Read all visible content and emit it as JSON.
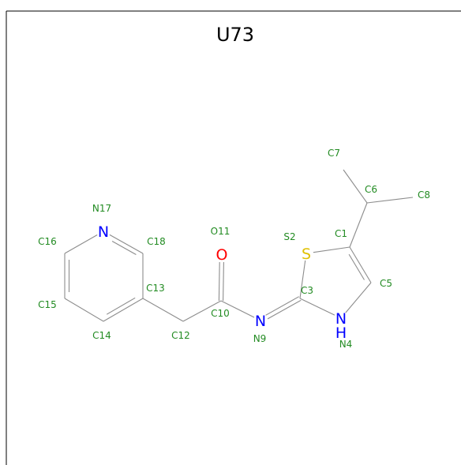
{
  "title": "U73",
  "colors": {
    "bond": "#8c8c8c",
    "label": "#228b22",
    "N": "#0000ff",
    "O": "#ff0000",
    "S": "#e0c000",
    "title": "#000000"
  },
  "atoms": [
    {
      "id": "C1",
      "element": "C",
      "label": "C1"
    },
    {
      "id": "S2",
      "element": "S",
      "label": "S2",
      "symbol": "S"
    },
    {
      "id": "C3",
      "element": "C",
      "label": "C3"
    },
    {
      "id": "N4",
      "element": "N",
      "label": "N4",
      "symbol": "N",
      "hydrogen": "H"
    },
    {
      "id": "C5",
      "element": "C",
      "label": "C5"
    },
    {
      "id": "C6",
      "element": "C",
      "label": "C6"
    },
    {
      "id": "C7",
      "element": "C",
      "label": "C7"
    },
    {
      "id": "C8",
      "element": "C",
      "label": "C8"
    },
    {
      "id": "N9",
      "element": "N",
      "label": "N9",
      "symbol": "N"
    },
    {
      "id": "C10",
      "element": "C",
      "label": "C10"
    },
    {
      "id": "O11",
      "element": "O",
      "label": "O11",
      "symbol": "O"
    },
    {
      "id": "C12",
      "element": "C",
      "label": "C12"
    },
    {
      "id": "C13",
      "element": "C",
      "label": "C13"
    },
    {
      "id": "C14",
      "element": "C",
      "label": "C14"
    },
    {
      "id": "C15",
      "element": "C",
      "label": "C15"
    },
    {
      "id": "C16",
      "element": "C",
      "label": "C16"
    },
    {
      "id": "N17",
      "element": "N",
      "label": "N17",
      "symbol": "N"
    },
    {
      "id": "C18",
      "element": "C",
      "label": "C18"
    }
  ],
  "bonds": [
    {
      "a": "C1",
      "b": "S2",
      "order": 1
    },
    {
      "a": "S2",
      "b": "C3",
      "order": 1
    },
    {
      "a": "C3",
      "b": "N4",
      "order": 1
    },
    {
      "a": "N4",
      "b": "C5",
      "order": 1
    },
    {
      "a": "C5",
      "b": "C1",
      "order": 2
    },
    {
      "a": "C1",
      "b": "C6",
      "order": 1
    },
    {
      "a": "C6",
      "b": "C7",
      "order": 1
    },
    {
      "a": "C6",
      "b": "C8",
      "order": 1
    },
    {
      "a": "C3",
      "b": "N9",
      "order": 2
    },
    {
      "a": "N9",
      "b": "C10",
      "order": 1
    },
    {
      "a": "C10",
      "b": "O11",
      "order": 2
    },
    {
      "a": "C10",
      "b": "C12",
      "order": 1
    },
    {
      "a": "C12",
      "b": "C13",
      "order": 1
    },
    {
      "a": "C13",
      "b": "C14",
      "order": 2
    },
    {
      "a": "C14",
      "b": "C15",
      "order": 1
    },
    {
      "a": "C15",
      "b": "C16",
      "order": 2
    },
    {
      "a": "C16",
      "b": "N17",
      "order": 1
    },
    {
      "a": "N17",
      "b": "C18",
      "order": 2
    },
    {
      "a": "C18",
      "b": "C13",
      "order": 1
    }
  ]
}
